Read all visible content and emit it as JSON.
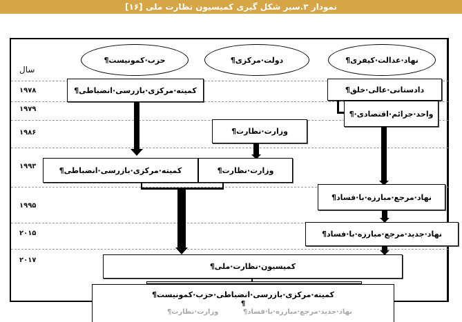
{
  "title": "نمودار ۳.سیر شکل گیری کمیسیون نظارت ملی [۱۶]",
  "colors": {
    "title_bar": "#d5a546",
    "title_text": "#ffffff",
    "gridline": "#9a9a9a"
  },
  "year_header": "سال",
  "years": [
    "۱۹۷۸",
    "۱۹۷۹",
    "۱۹۸۶",
    "۱۹۹۳",
    "۱۹۹۵",
    "۲۰۱۵",
    "۲۰۱۷"
  ],
  "columns": {
    "party": "حزب·کمونیست¶",
    "government": "دولت·مرکزی¶",
    "justice": "نهاد·عدالت·کیفری¶"
  },
  "nodes": {
    "party_1978": "کمیته·مرکزی·بازرسی·انضباطی¶",
    "party_1993": "کمیته·مرکزی·بازرسی·انضباطی¶",
    "gov_1986": "وزارت·نظارت¶",
    "gov_1993": "وزارت·نظارت¶",
    "justice_1978": "دادستانی·عالی·خلق¶",
    "justice_1979": "واحد·جرائم·اقتصادی·¶",
    "justice_1995": "نهاد·مرجع·مبارزه·با·فساد¶",
    "justice_2015": "نهاد·جدید·مرجع·مبارزه·با·فساد¶",
    "commission_2017": "کمیسیون·نظارت·ملی¶"
  },
  "bottom": {
    "main": "کمیته·مرکزی·بازرسی·انضباطی·حزب·کمونیست¶",
    "pilcrow": "¶",
    "sub_right": "نهاد·جدید·مرجع·مبارزه·با·فساد¶",
    "sub_left": "وزارت·نظارت¶"
  }
}
